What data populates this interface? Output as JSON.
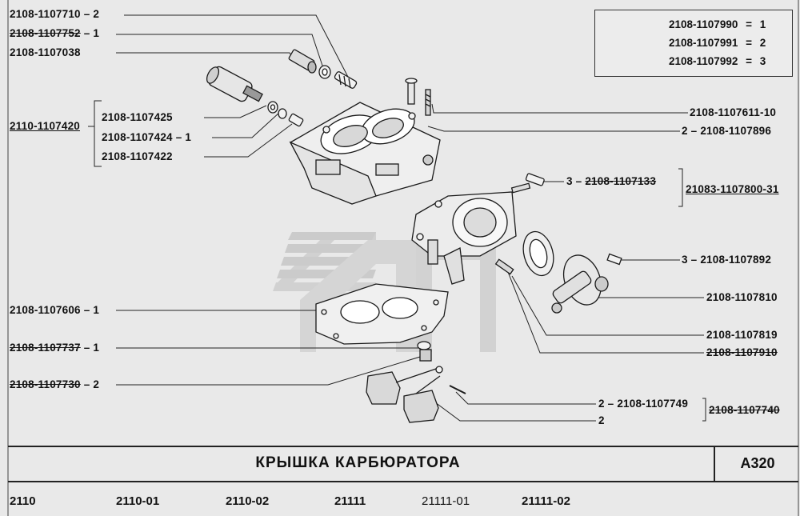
{
  "legend": {
    "rows": [
      {
        "code": "2108-1107990",
        "eq": "=",
        "num": "1"
      },
      {
        "code": "2108-1107991",
        "eq": "=",
        "num": "2"
      },
      {
        "code": "2108-1107992",
        "eq": "=",
        "num": "3"
      }
    ]
  },
  "labels": {
    "l1": {
      "code": "2108-1107710",
      "sep": "–",
      "qty": "2"
    },
    "l2": {
      "code": "2108-1107752",
      "sep": "–",
      "qty": "1"
    },
    "l3": {
      "code": "2108-1107038"
    },
    "group": {
      "code": "2110-1107420"
    },
    "l4": {
      "code": "2108-1107425"
    },
    "l5": {
      "code": "2108-1107424",
      "sep": "–",
      "qty": "1"
    },
    "l6": {
      "code": "2108-1107422"
    },
    "l7": {
      "code": "2108-1107606",
      "sep": "–",
      "qty": "1"
    },
    "l8": {
      "code": "2108-1107737",
      "sep": "–",
      "qty": "1"
    },
    "l9": {
      "code": "2108-1107730",
      "sep": "–",
      "qty": "2"
    },
    "r1": {
      "code": "2108-1107611-10"
    },
    "r2": {
      "qty": "2",
      "sep": "–",
      "code": "2108-1107896"
    },
    "r3": {
      "qty": "3",
      "sep": "–",
      "code": "2108-1107133"
    },
    "rgroup": {
      "code": "21083-1107800-31"
    },
    "r4": {
      "qty": "3",
      "sep": "–",
      "code": "2108-1107892"
    },
    "r5": {
      "code": "2108-1107810"
    },
    "r6": {
      "code": "2108-1107819"
    },
    "r7": {
      "code": "2108-1107910"
    },
    "r8": {
      "qty": "2",
      "sep": "–",
      "code": "2108-1107749"
    },
    "r9": {
      "qty": "2"
    },
    "rgroup2": {
      "code": "2108-1107740"
    }
  },
  "title": "КРЫШКА  КАРБЮРАТОРА",
  "page_code": "А320",
  "models": [
    {
      "name": "2110"
    },
    {
      "name": "2110-01"
    },
    {
      "name": "2110-02"
    },
    {
      "name": "21111"
    },
    {
      "name": "21111-01"
    },
    {
      "name": "21111-02"
    }
  ]
}
